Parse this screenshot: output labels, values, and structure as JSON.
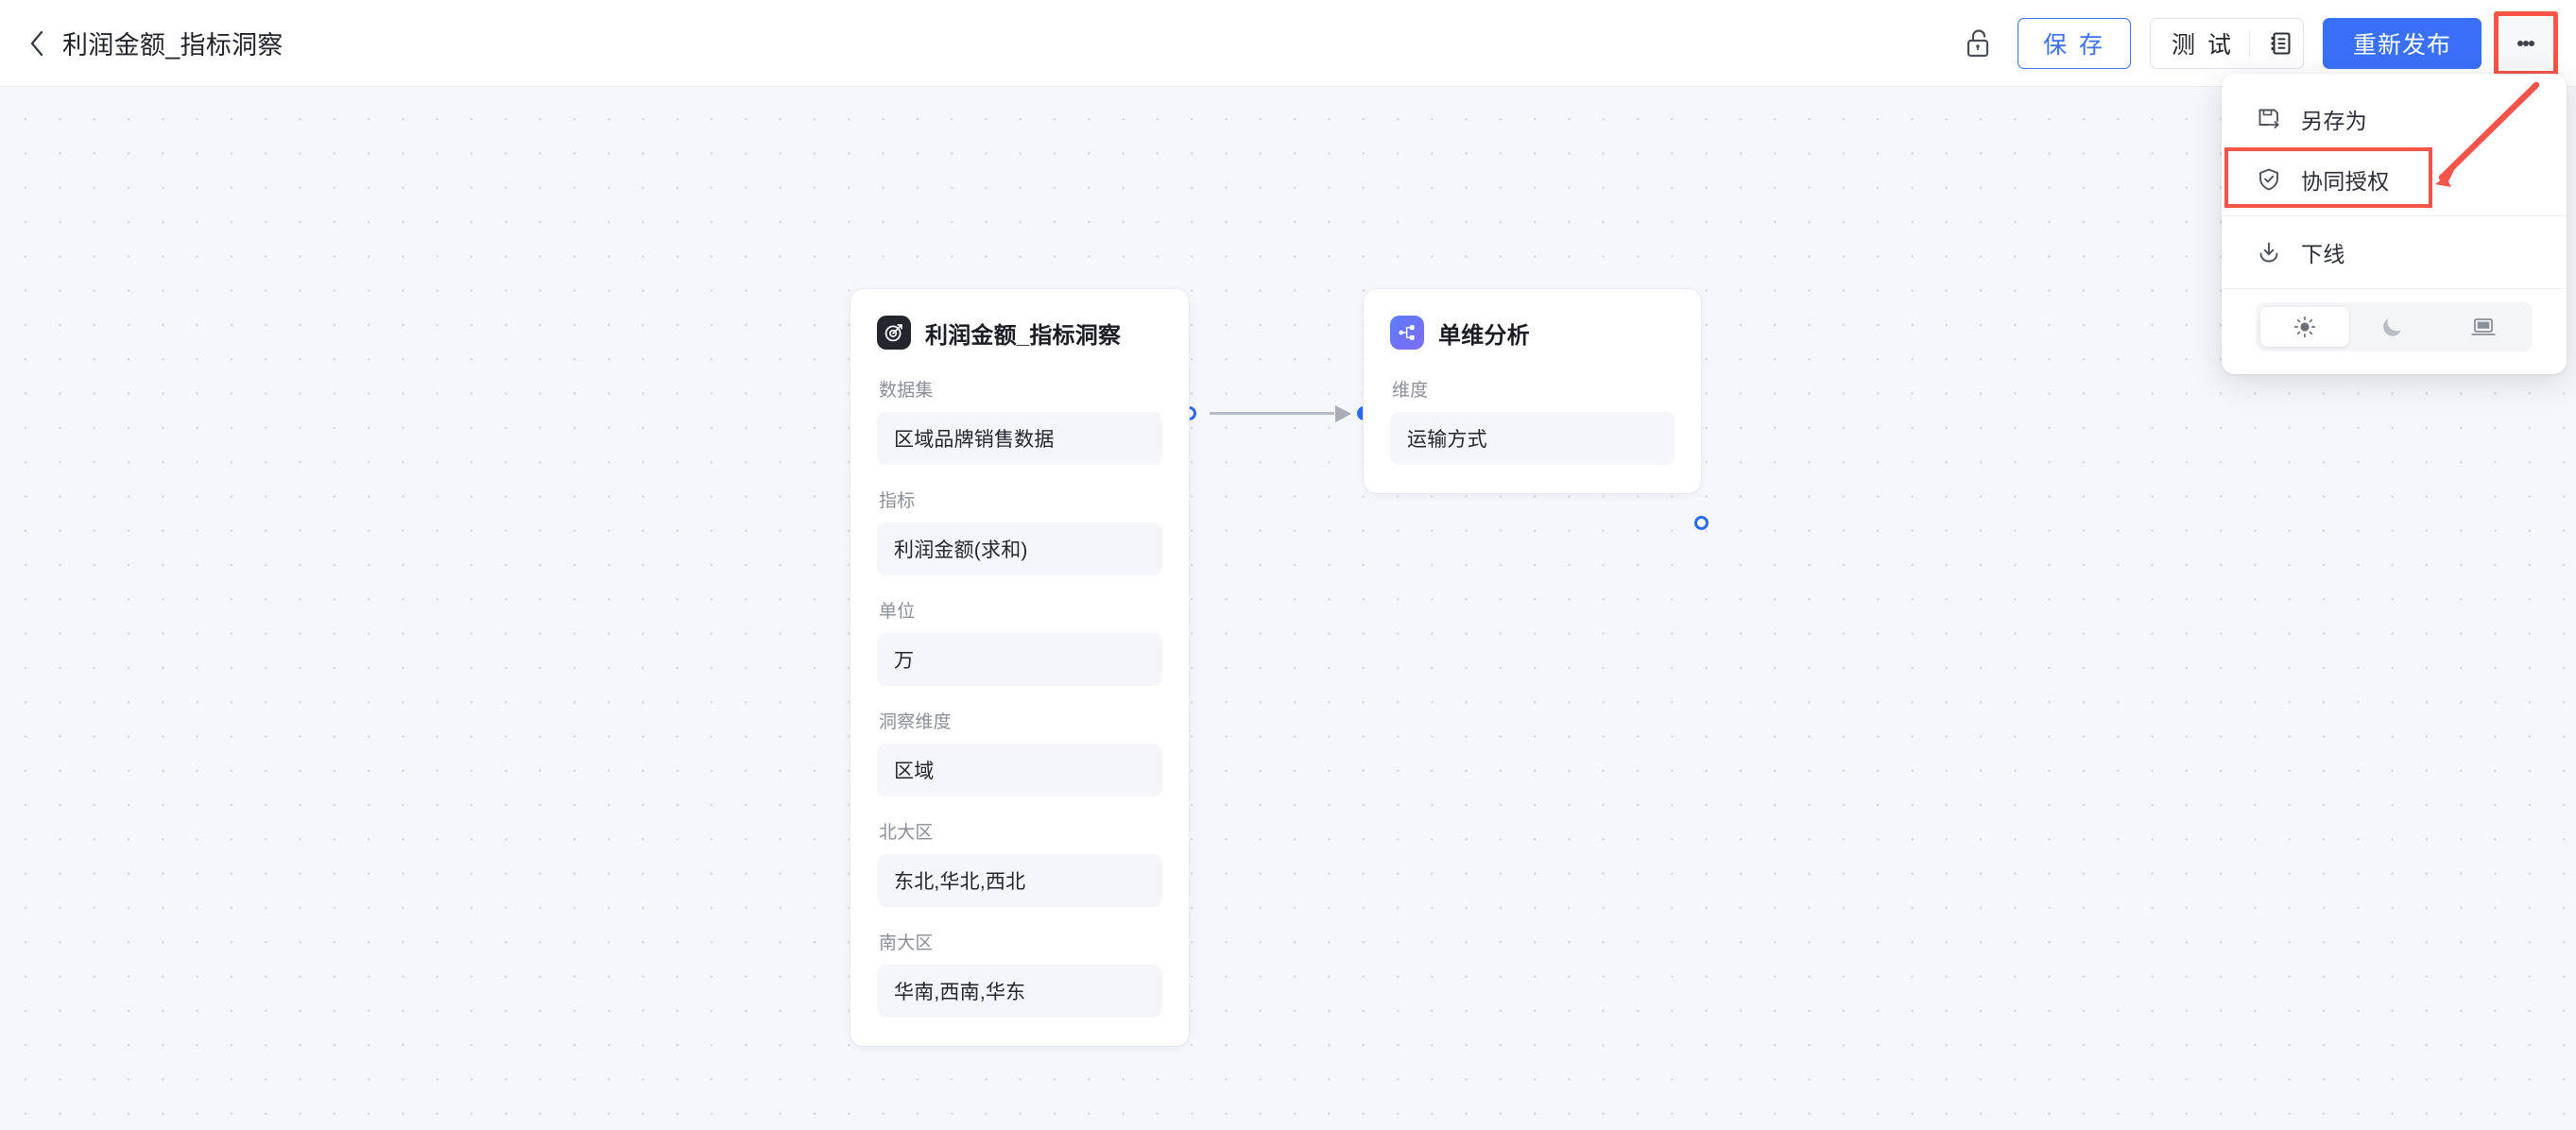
{
  "header": {
    "back_icon": "chevron-left-icon",
    "title": "利润金额_指标洞察",
    "lock_icon": "unlock-icon",
    "save_label": "保 存",
    "test_label": "测 试",
    "test_log_icon": "log-book-icon",
    "publish_label": "重新发布",
    "more_icon": "kebab-menu-icon",
    "accent_color": "#3a6ff7",
    "highlight_color": "#f4544a"
  },
  "menu": {
    "items": [
      {
        "icon": "save-as-icon",
        "label": "另存为",
        "highlighted": false
      },
      {
        "icon": "shield-check-icon",
        "label": "协同授权",
        "highlighted": true
      },
      {
        "icon": "download-offline-icon",
        "label": "下线",
        "highlighted": false
      }
    ],
    "theme": {
      "options": [
        {
          "icon": "sun-icon",
          "name": "light",
          "active": true
        },
        {
          "icon": "moon-icon",
          "name": "dark",
          "active": false
        },
        {
          "icon": "monitor-icon",
          "name": "system",
          "active": false
        }
      ]
    }
  },
  "canvas": {
    "nodes": [
      {
        "id": "metric-insight",
        "icon": "target-icon",
        "title": "利润金额_指标洞察",
        "fields": [
          {
            "label": "数据集",
            "value": "区域品牌销售数据"
          },
          {
            "label": "指标",
            "value": "利润金额(求和)"
          },
          {
            "label": "单位",
            "value": "万"
          },
          {
            "label": "洞察维度",
            "value": "区域"
          },
          {
            "label": "北大区",
            "value": "东北,华北,西北"
          },
          {
            "label": "南大区",
            "value": "华南,西南,华东"
          }
        ]
      },
      {
        "id": "single-dimension-analysis",
        "icon": "node-tree-icon",
        "title": "单维分析",
        "fields": [
          {
            "label": "维度",
            "value": "运输方式"
          }
        ]
      }
    ],
    "edge": {
      "from": "metric-insight",
      "to": "single-dimension-analysis",
      "arrow_icon": "arrow-right-icon"
    }
  }
}
